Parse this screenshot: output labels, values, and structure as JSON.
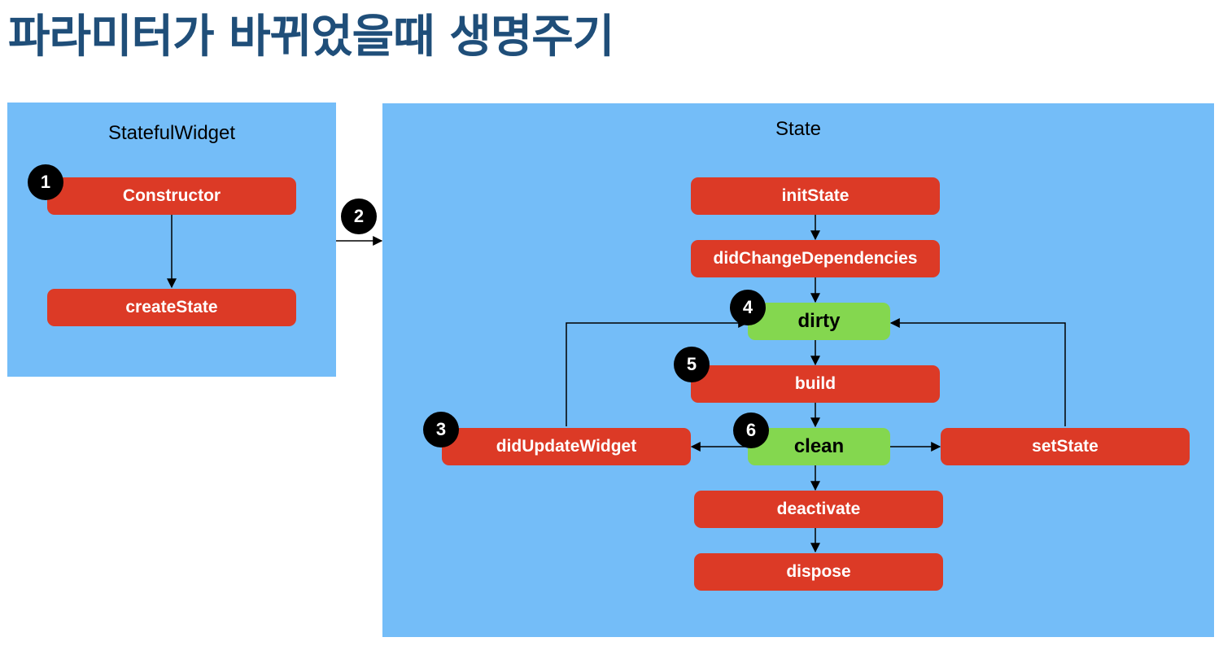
{
  "title": "파라미터가 바뀌었을때 생명주기",
  "panels": {
    "stateful_widget": {
      "title": "StatefulWidget"
    },
    "state": {
      "title": "State"
    }
  },
  "nodes": {
    "constructor": "Constructor",
    "create_state": "createState",
    "init_state": "initState",
    "did_change_dependencies": "didChangeDependencies",
    "dirty": "dirty",
    "build": "build",
    "clean": "clean",
    "did_update_widget": "didUpdateWidget",
    "set_state": "setState",
    "deactivate": "deactivate",
    "dispose": "dispose"
  },
  "badges": [
    "1",
    "2",
    "3",
    "4",
    "5",
    "6"
  ],
  "colors": {
    "title": "#1f4e79",
    "panel": "#74bdf8",
    "step_node": "#dc3a26",
    "state_node": "#84d74f",
    "badge": "#000000"
  }
}
